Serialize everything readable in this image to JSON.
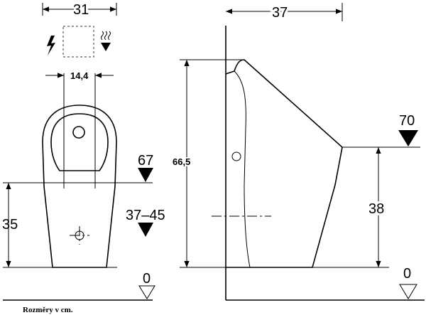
{
  "front_view": {
    "width": "31",
    "inlet_spacing": "14,4",
    "mount_height": "35",
    "fixing_height": "67",
    "outlet_height": "37–45",
    "floor_level": "0"
  },
  "side_view": {
    "depth": "37",
    "total_height": "66,5",
    "rim_height": "38",
    "rim_mark": "70",
    "floor_level": "0"
  },
  "caption": "Rozměry v cm."
}
